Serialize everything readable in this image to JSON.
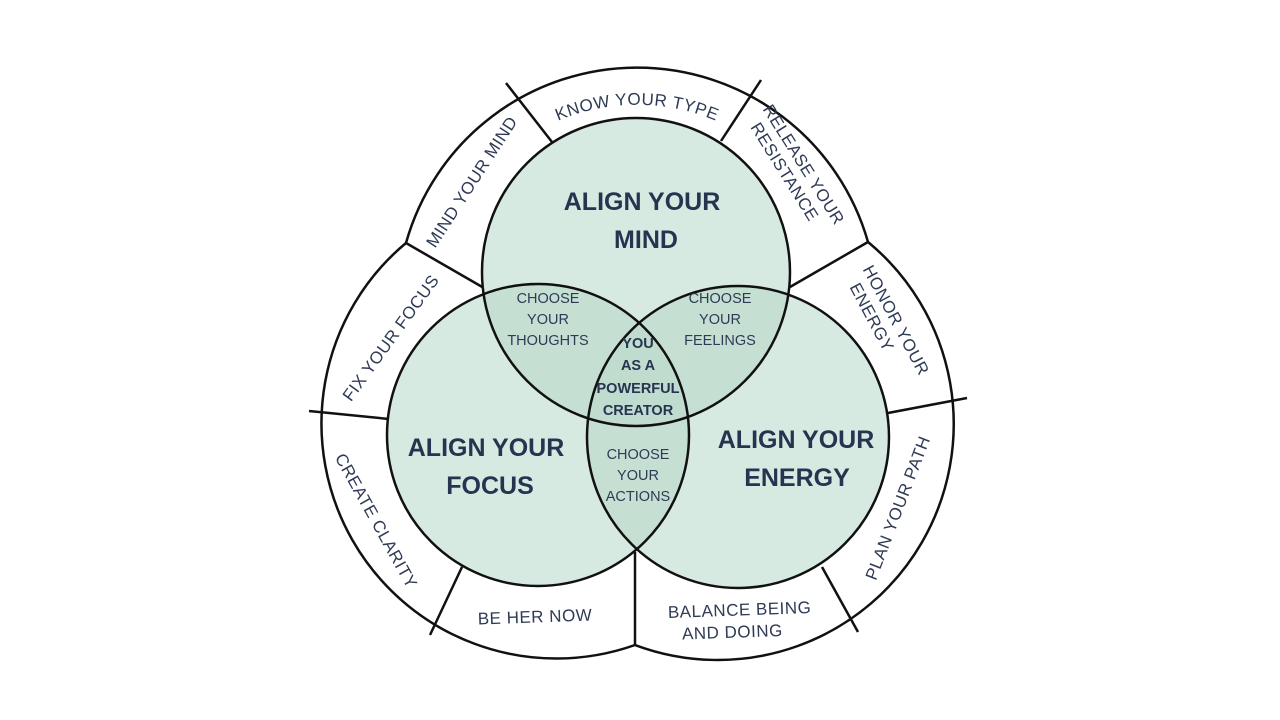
{
  "colors": {
    "circle_fill": "#d7eae2",
    "overlap_fill": "#c5dfd3",
    "center_fill": "#bfdccf",
    "stroke": "#111111",
    "text": "#26344f"
  },
  "circles": {
    "mind": [
      "ALIGN YOUR",
      "MIND"
    ],
    "focus": [
      "ALIGN YOUR",
      "FOCUS"
    ],
    "energy": [
      "ALIGN YOUR",
      "ENERGY"
    ]
  },
  "overlaps": {
    "thoughts": [
      "CHOOSE",
      "YOUR",
      "THOUGHTS"
    ],
    "feelings": [
      "CHOOSE",
      "YOUR",
      "FEELINGS"
    ],
    "actions": [
      "CHOOSE",
      "YOUR",
      "ACTIONS"
    ]
  },
  "center": [
    "YOU",
    "AS A",
    "POWERFUL",
    "CREATOR"
  ],
  "ring": {
    "know_your_type": "KNOW YOUR TYPE",
    "release_your_resistance": [
      "RELEASE YOUR",
      "RESISTANCE"
    ],
    "honor_your_energy": [
      "HONOR YOUR",
      "ENERGY"
    ],
    "plan_your_path": "PLAN YOUR PATH",
    "balance_being_and_doing": [
      "BALANCE BEING",
      "AND DOING"
    ],
    "be_her_now": "BE HER NOW",
    "create_clarity": "CREATE CLARITY",
    "fix_your_focus": "FIX YOUR FOCUS",
    "mind_your_mind": "MIND YOUR MIND"
  }
}
